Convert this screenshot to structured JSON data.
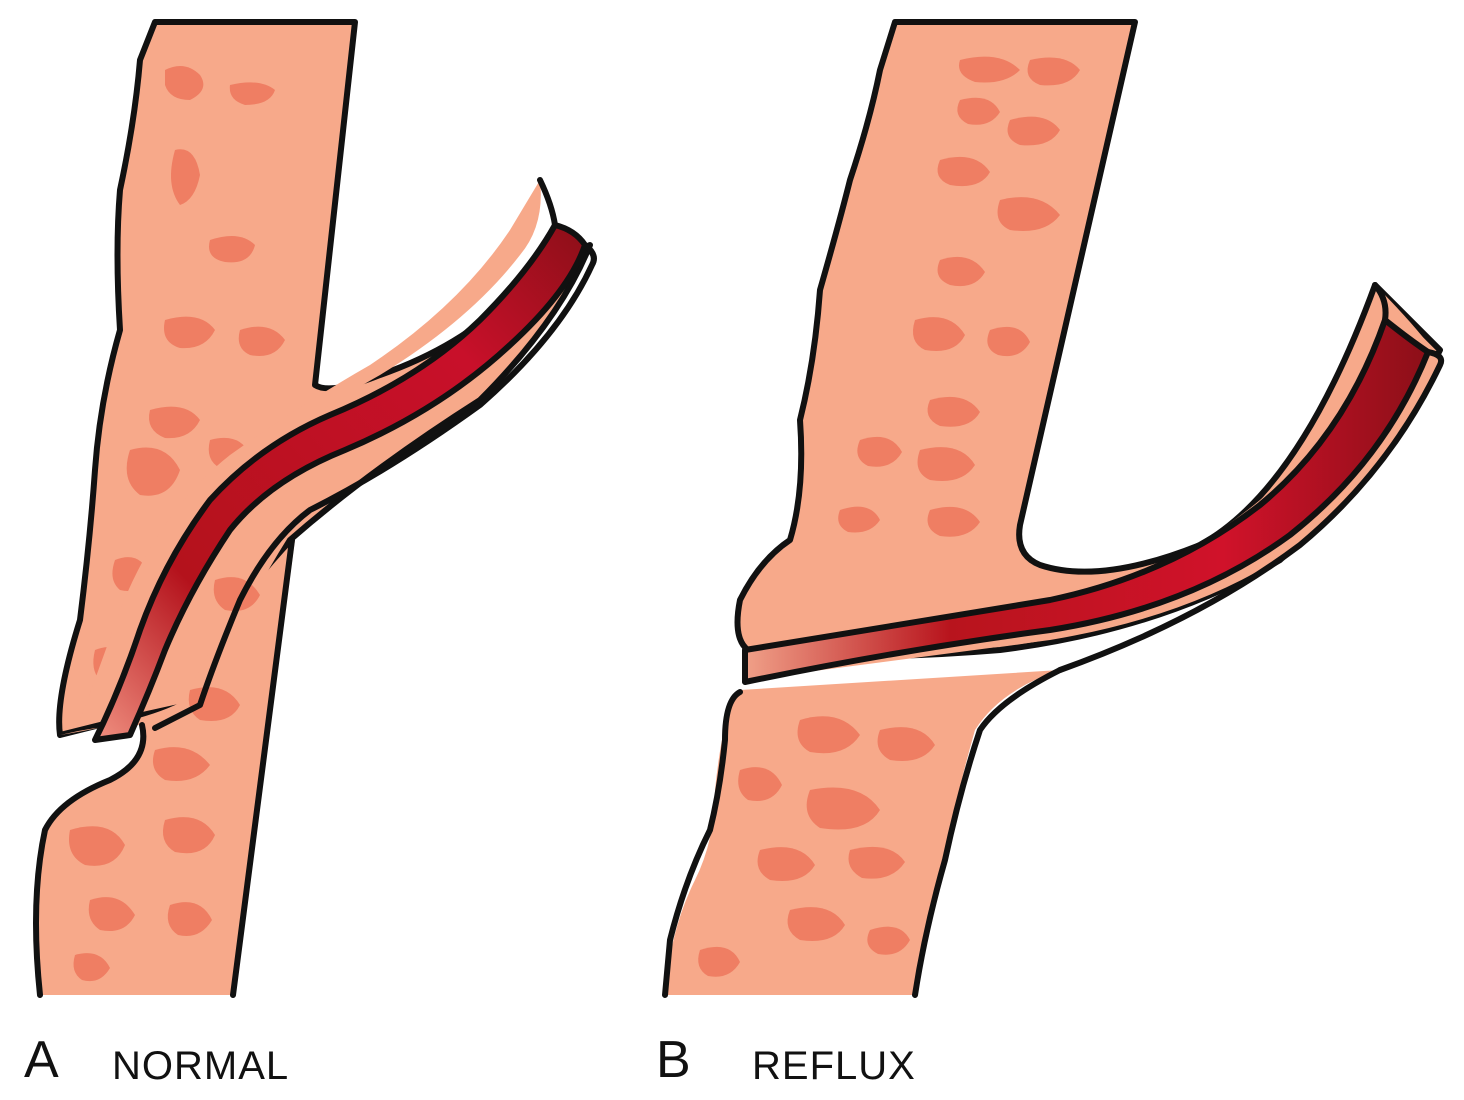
{
  "panels": [
    {
      "letter": "A",
      "caption": "NORMAL"
    },
    {
      "letter": "B",
      "caption": "REFLUX"
    }
  ],
  "colors": {
    "background": "#ffffff",
    "bladder_wall": "#f7a98a",
    "wall_pattern": "#ef7e63",
    "ureter_wall": "#f7a98a",
    "ureter_lumen": "#a3131b",
    "ureter_lumen_light": "#e7475b",
    "outline": "#111111"
  }
}
